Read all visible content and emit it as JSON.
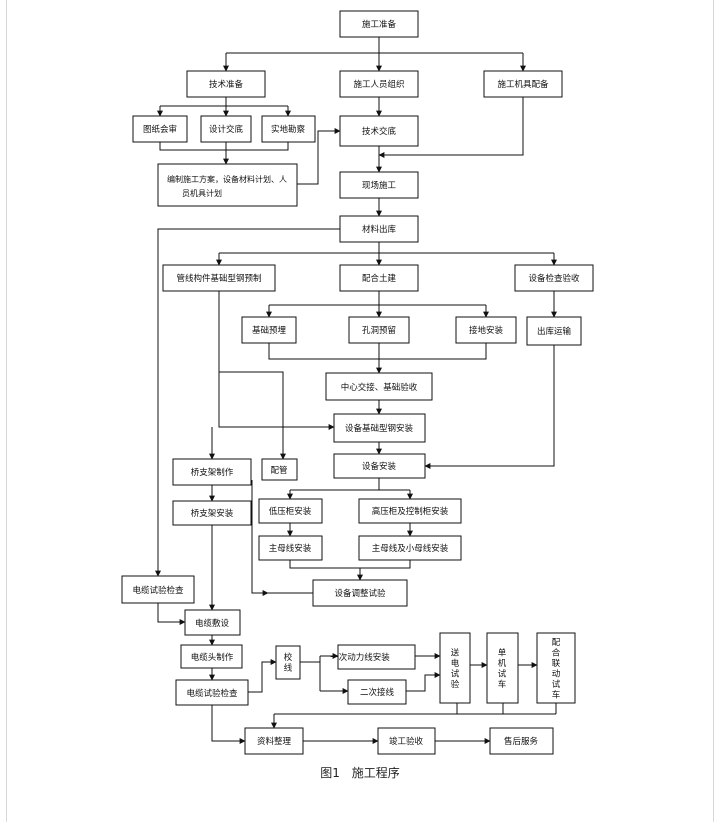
{
  "figure": {
    "number": "图1",
    "title": "施工程序"
  },
  "nodes": {
    "start": "施工准备",
    "tech_prep": "技术准备",
    "personnel": "施工人员组织",
    "equipment_ready": "施工机具配备",
    "drawing_review": "图纸会审",
    "design_brief": "设计交底",
    "site_survey": "实地勘察",
    "plan_line1": "编制施工方案，设备材料计划、人",
    "plan_line2": "员机具计划",
    "tech_brief": "技术交底",
    "site_construction": "现场施工",
    "material_out": "材料出库",
    "conduit_prefab": "管线构件基础型钢预制",
    "civil_coop": "配合土建",
    "equip_inspect": "设备检查验收",
    "foundation_embed": "基础预埋",
    "hole_reserve": "孔洞预留",
    "grounding": "接地安装",
    "out_transport": "出库运输",
    "centerline": "中心交接、基础验收",
    "steel_install": "设备基础型钢安装",
    "bracket_make": "桥支架制作",
    "piping": "配管",
    "equip_install": "设备安装",
    "bracket_install": "桥支架安装",
    "lv_panel": "低压柜安装",
    "hv_panel": "高压柜及控制柜安装",
    "main_bus": "主母线安装",
    "main_small_bus": "主母线及小母线安装",
    "cable_test1": "电缆试验检查",
    "equip_debug": "设备调整试验",
    "cable_lay": "电缆敷设",
    "cable_head": "电缆头制作",
    "cable_test2": "电缆试验检查",
    "check_wiring": "校线",
    "primary_wiring": "一次动力线安装",
    "secondary_wiring": "二次接线",
    "power_on_test": "送电试验",
    "single_test": "单机试车",
    "joint_test": "配合联动试车",
    "data_org": "资料整理",
    "completion": "竣工验收",
    "after_sales": "售后服务"
  }
}
